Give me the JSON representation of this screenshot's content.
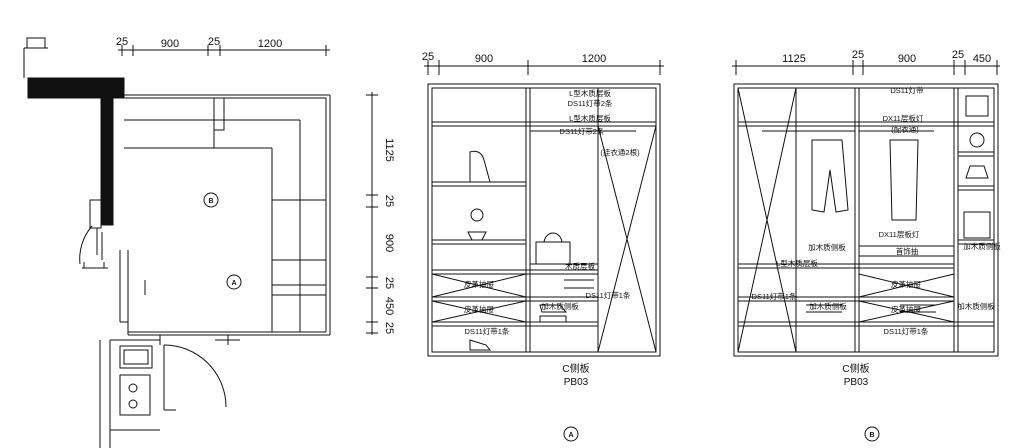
{
  "plan": {
    "top_dims": [
      "25",
      "900",
      "25",
      "1200"
    ],
    "right_dims": [
      "1125",
      "25",
      "900",
      "25",
      "450",
      "25"
    ],
    "markers": {
      "b": "B",
      "a": "A"
    }
  },
  "elevation_a": {
    "top_dims": [
      "25",
      "900",
      "1200"
    ],
    "labels": {
      "l_shelf_1": "L型木质层板",
      "led_2": "DS11灯带2条",
      "l_shelf_2": "L型木质层板",
      "led_2b": "DS11灯带2条",
      "hanger_rod": "(挂衣通2根)",
      "wood_shelf": "木质层板",
      "leather_drawer_1": "皮革抽屉",
      "leather_drawer_2": "皮革抽屉",
      "led_line": "DS11灯带1条",
      "wood_side_1": "加木质侧板",
      "led_side": "DS11灯带1条"
    },
    "caption": "C侧板",
    "caption_code": "PB03",
    "marker": "A"
  },
  "elevation_b": {
    "top_dims": [
      "1125",
      "25",
      "900",
      "25",
      "450"
    ],
    "labels": {
      "led_top": "DS11灯带",
      "shelf_light": "DX11层板灯",
      "hanger_mid": "(配衣通)",
      "shelf_light_2": "DX11层板灯",
      "jewelry_drawer": "首饰抽",
      "wood_side_right": "加木质侧板",
      "l_shelf": "L型木质层板",
      "wood_side_mid": "加木质侧板",
      "leather_drawer_1": "皮革抽屉",
      "leather_drawer_2": "皮革抽屉",
      "led_left": "DS11灯带1条",
      "wood_side_low": "加木质侧板",
      "led_bottom": "DS11灯带1条",
      "wood_side_right2": "加木质侧板"
    },
    "caption": "C侧板",
    "caption_code": "PB03",
    "marker": "B"
  }
}
